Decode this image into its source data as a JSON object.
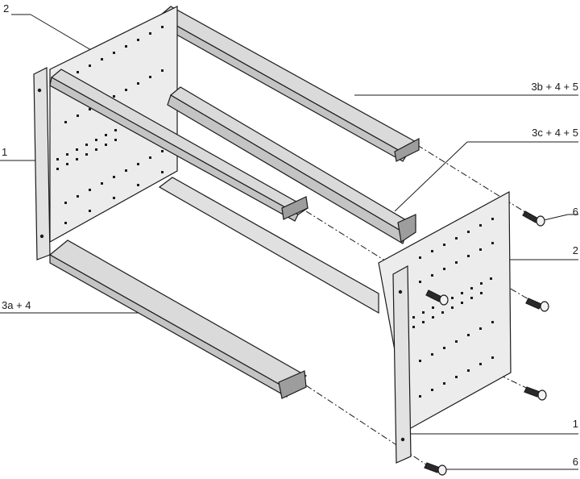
{
  "callouts": {
    "top_left_2": "2",
    "left_1": "1",
    "left_3a4": "3a + 4",
    "right_3b45": "3b + 4 + 5",
    "right_3c45": "3c + 4 + 5",
    "right_6_top": "6",
    "right_2": "2",
    "right_1": "1",
    "right_6_bottom": "6"
  },
  "colors": {
    "line": "#1a1a1a",
    "panel_fill": "#ececec",
    "rail_fill": "#dadada",
    "rail_dark": "#b9b9b9",
    "hole": "#1a1a1a"
  },
  "icons": {
    "screw": "screw-icon"
  }
}
